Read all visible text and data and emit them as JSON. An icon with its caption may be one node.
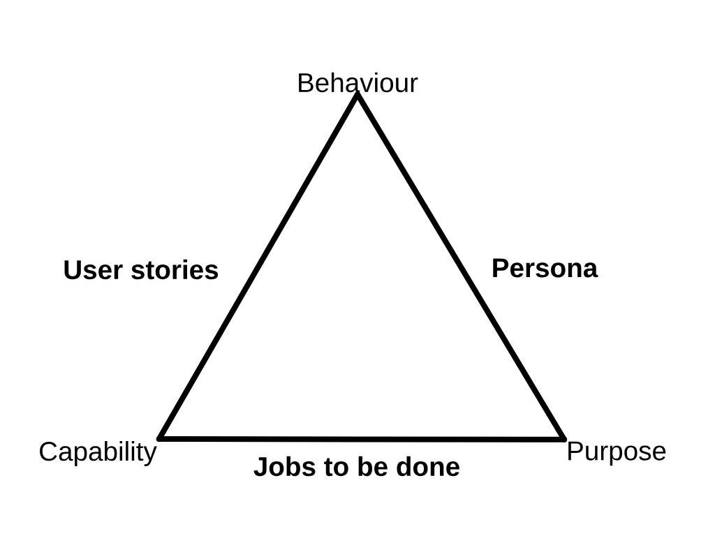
{
  "diagram": {
    "nodes": [
      {
        "text": [
          "Behaviour"
        ]
      },
      {
        "text": [
          "Capability"
        ]
      },
      {
        "text": [
          "Purpose"
        ]
      }
    ],
    "edges": [
      {
        "from": 1,
        "to": 0,
        "arrow": "none",
        "label": "User stories"
      },
      {
        "from": 0,
        "to": 2,
        "arrow": "none",
        "label": "Persona"
      },
      {
        "from": 1,
        "to": 2,
        "arrow": "none",
        "label": "Jobs to be done"
      }
    ]
  }
}
